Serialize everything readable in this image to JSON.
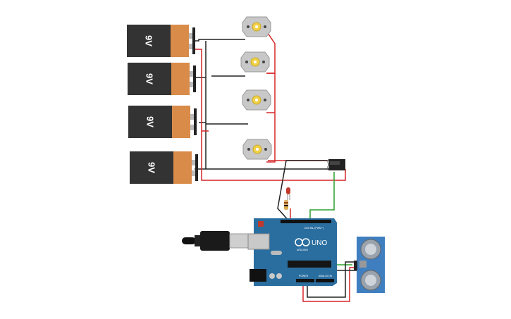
{
  "batteries": [
    {
      "label": "9V"
    },
    {
      "label": "9V"
    },
    {
      "label": "9V"
    },
    {
      "label": "9V"
    }
  ],
  "motors": [
    {
      "name": "dc-motor-1"
    },
    {
      "name": "dc-motor-2"
    },
    {
      "name": "dc-motor-3"
    },
    {
      "name": "dc-motor-4"
    }
  ],
  "arduino": {
    "logo": "UNO",
    "brand": "ARDUINO",
    "header_digital": "DIGITAL (PWM~)",
    "header_power": "POWER",
    "header_analog": "ANALOG IN"
  },
  "colors": {
    "wire_red": "#d62728",
    "wire_black": "#222222",
    "wire_green": "#2ca02c",
    "battery_body": "#333333",
    "battery_cap": "#d98c4a",
    "arduino_board": "#2a6ea0",
    "sensor_board": "#3f7fbf"
  },
  "components": {
    "relay_label": "",
    "led": "red-led",
    "resistor": "resistor",
    "usb_cable": "usb-cable",
    "sensor": "ultrasonic-sensor"
  }
}
